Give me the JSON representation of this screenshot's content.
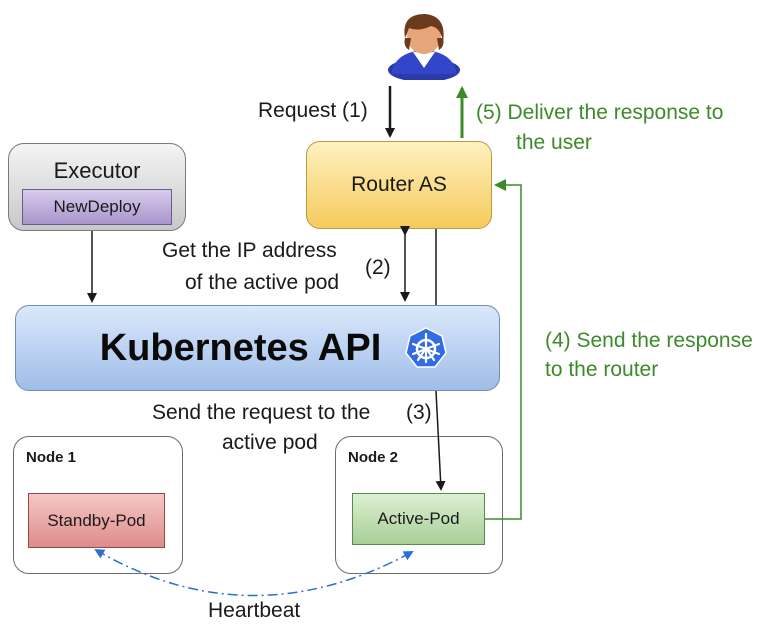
{
  "user": {
    "icon": "user-avatar-icon"
  },
  "executor": {
    "label": "Executor",
    "subbox_label": "NewDeploy"
  },
  "router": {
    "label": "Router AS"
  },
  "kubernetes": {
    "label": "Kubernetes  API",
    "icon": "kubernetes-helm-icon"
  },
  "node1": {
    "label": "Node 1",
    "pod_label": "Standby-Pod"
  },
  "node2": {
    "label": "Node 2",
    "pod_label": "Active-Pod"
  },
  "edges": {
    "request": "Request  (1)",
    "deliver_line1": "(5)  Deliver the response to",
    "deliver_line2": "the user",
    "get_ip_line1": "Get the IP address",
    "get_ip_line2": "of the active pod",
    "get_ip_num": "(2)",
    "send_request_line1": "Send the request to the",
    "send_request_line2": "active pod",
    "send_request_num": "(3)",
    "send_response_line1": "(4) Send the response",
    "send_response_line2": "to the router",
    "heartbeat": "Heartbeat"
  },
  "colors": {
    "green": "#3c8a2a",
    "heartbeat_line": "#2a6fd6",
    "router_fill": "#f5cb5c",
    "k8s_fill": "#9fbde9",
    "standby_fill": "#de8c8a",
    "active_fill": "#a8cf96",
    "newdeploy_fill": "#a994cc"
  }
}
